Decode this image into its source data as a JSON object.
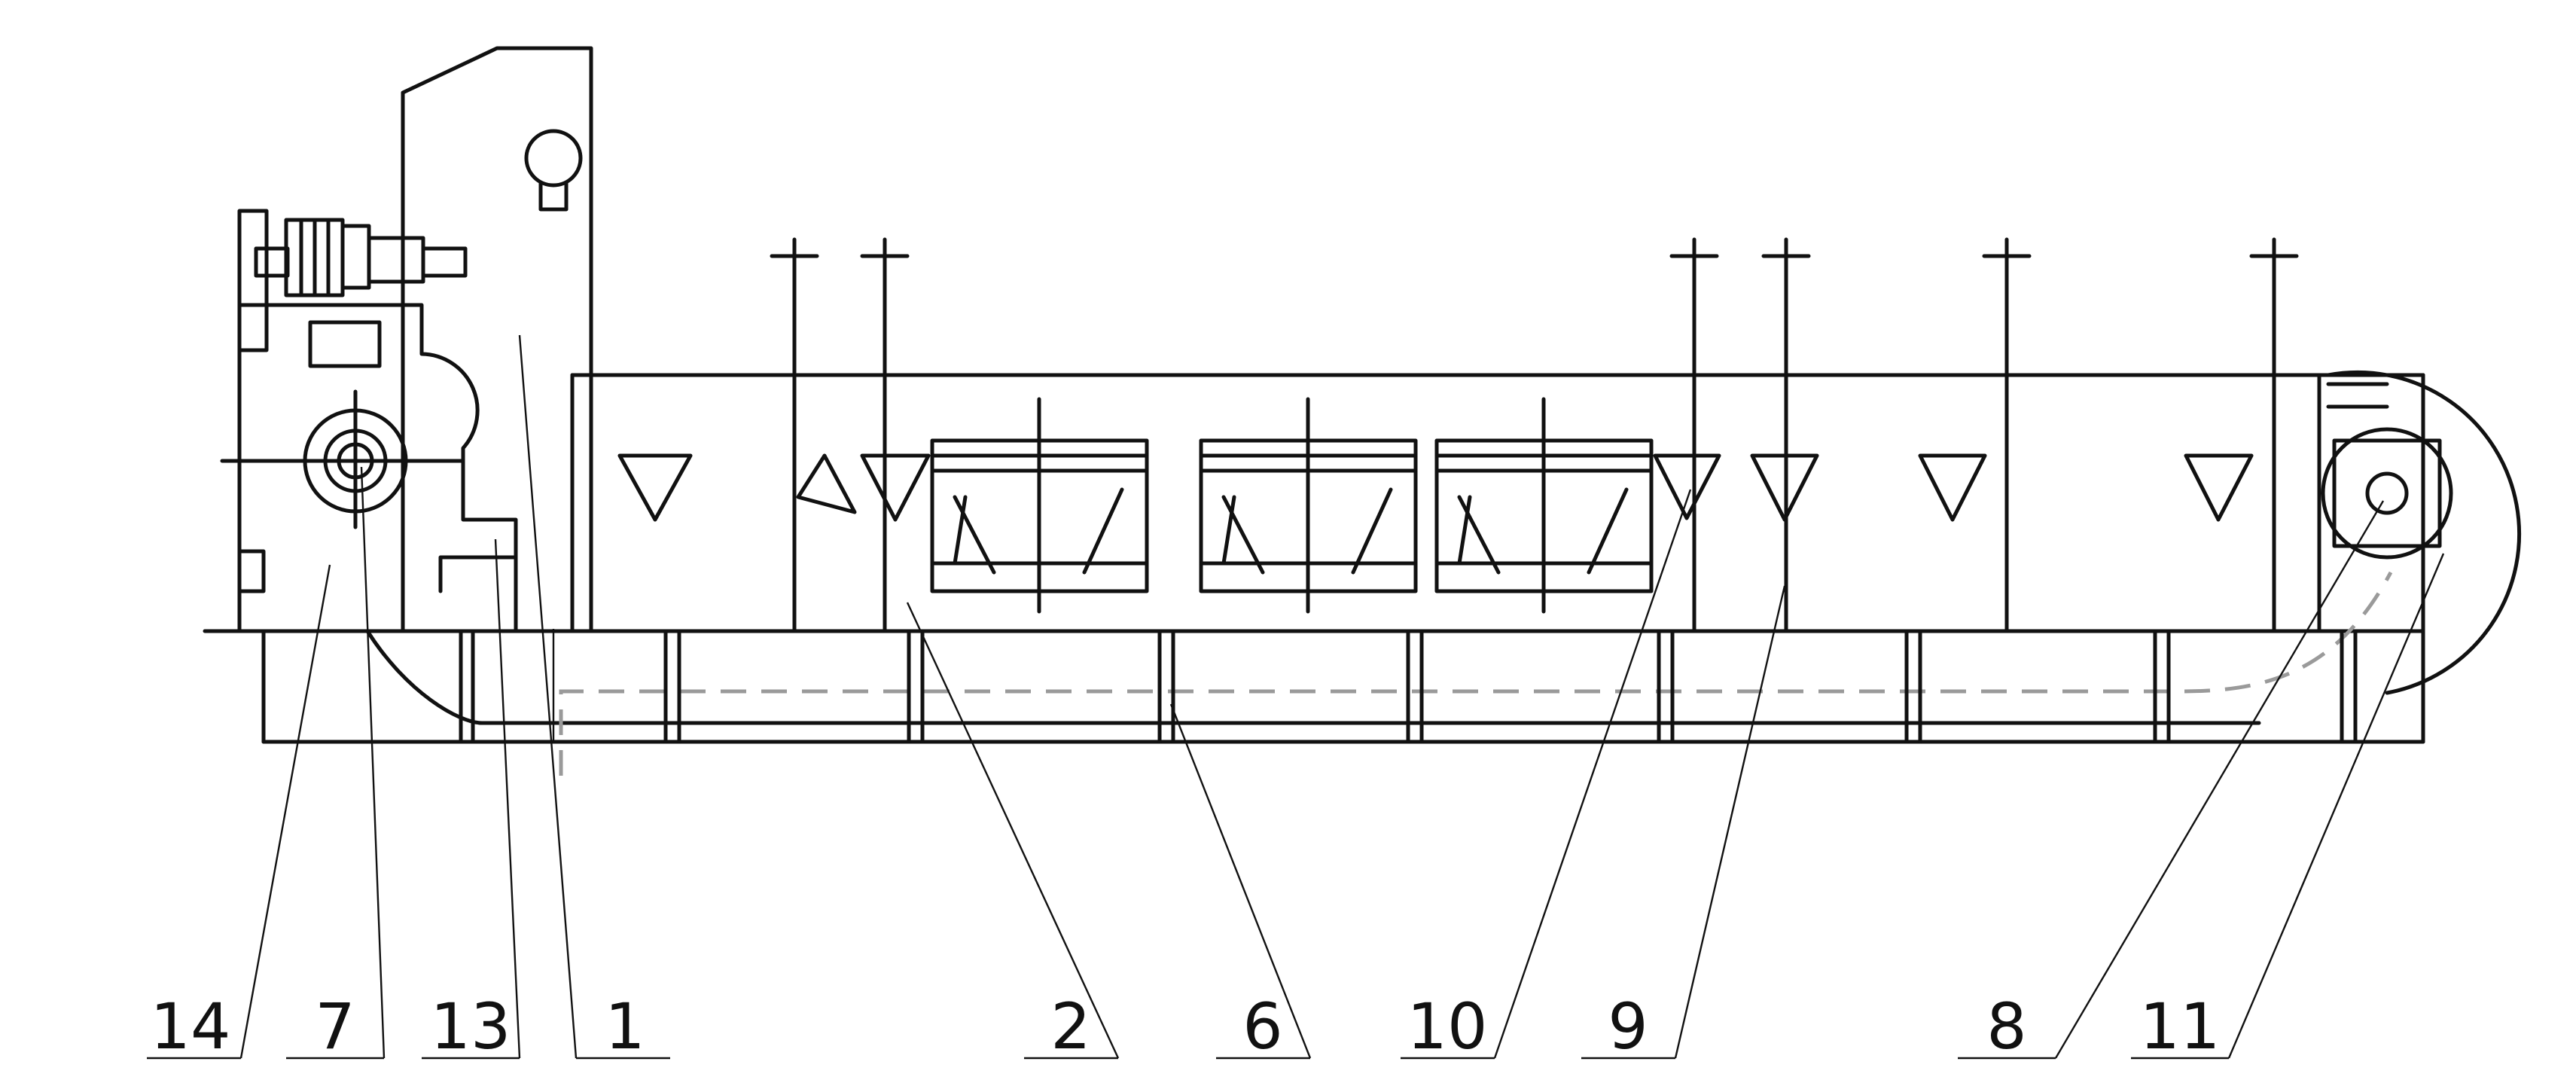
{
  "drawing": {
    "line_color": "#111111",
    "dashed_line_color": "#9a9a9a",
    "background": "#ffffff"
  },
  "callouts": [
    {
      "id": "c14",
      "label": "14"
    },
    {
      "id": "c7",
      "label": "7"
    },
    {
      "id": "c13",
      "label": "13"
    },
    {
      "id": "c1",
      "label": "1"
    },
    {
      "id": "c2",
      "label": "2"
    },
    {
      "id": "c6",
      "label": "6"
    },
    {
      "id": "c10",
      "label": "10"
    },
    {
      "id": "c9",
      "label": "9"
    },
    {
      "id": "c8",
      "label": "8"
    },
    {
      "id": "c11",
      "label": "11"
    }
  ]
}
